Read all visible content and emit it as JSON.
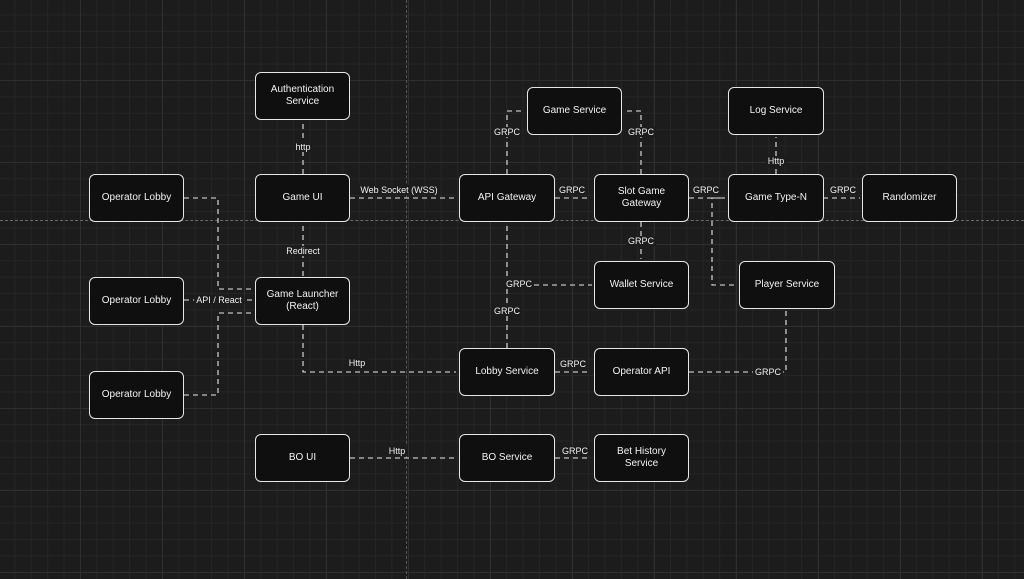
{
  "nodes": {
    "auth_service": "Authentication\nService",
    "operator_lobby_1": "Operator Lobby",
    "operator_lobby_2": "Operator Lobby",
    "operator_lobby_3": "Operator Lobby",
    "game_ui": "Game UI",
    "game_launcher": "Game Launcher\n(React)",
    "bo_ui": "BO UI",
    "game_service": "Game Service",
    "api_gateway": "API Gateway",
    "slot_game_gateway": "Slot Game Gateway",
    "wallet_service": "Wallet Service",
    "lobby_service": "Lobby Service",
    "operator_api": "Operator API",
    "bo_service": "BO Service",
    "bet_history_service": "Bet History Service",
    "log_service": "Log Service",
    "game_type_n": "Game Type-N",
    "randomizer": "Randomizer",
    "player_service": "Player Service"
  },
  "edge_labels": {
    "http_auth": "http",
    "redirect": "Redirect",
    "api_react": "API / React",
    "web_socket": "Web Socket (WSS)",
    "http_lobby": "Http",
    "http_bo": "Http",
    "grpc_gateway_game": "GRPC",
    "grpc_slot_game": "GRPC",
    "grpc_api_slot": "GRPC",
    "grpc_slot_type": "GRPC",
    "grpc_type_random": "GRPC",
    "http_log": "Http",
    "grpc_slot_wallet": "GRPC",
    "grpc_to_wallet": "GRPC",
    "grpc_lobby_up": "GRPC",
    "grpc_lobby_operator": "GRPC",
    "grpc_operator_player": "GRPC",
    "grpc_bo_bet": "GRPC"
  },
  "colors": {
    "background": "#1c1c1c",
    "node_fill": "#0f0f0f",
    "stroke": "#e6e6e6"
  }
}
